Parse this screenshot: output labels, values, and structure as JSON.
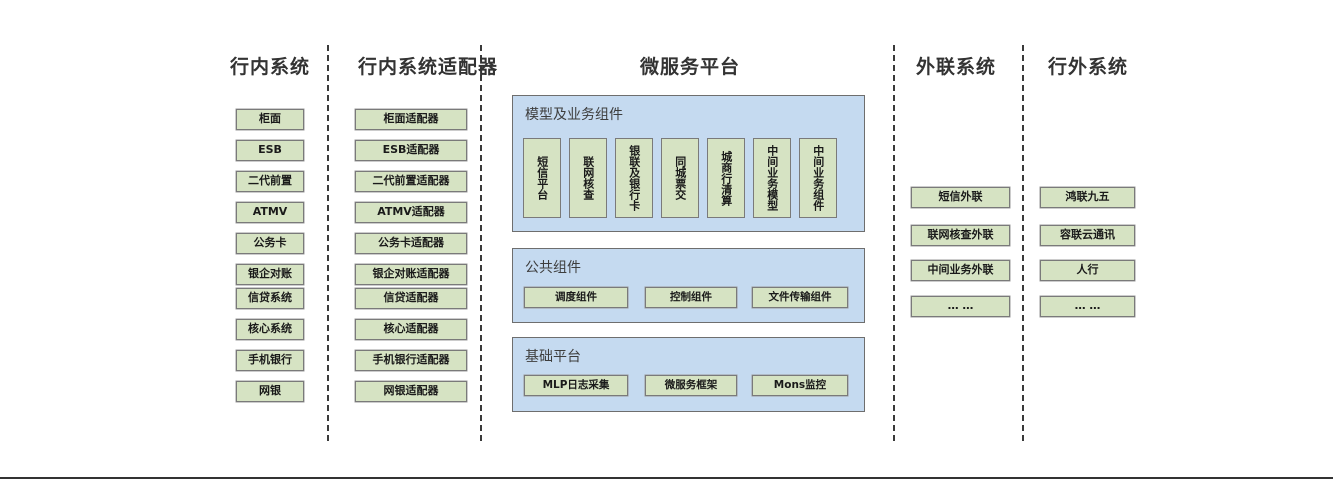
{
  "columns": [
    {
      "title": "行内系统"
    },
    {
      "title": "行内系统适配器"
    },
    {
      "title": "微服务平台"
    },
    {
      "title": "外联系统"
    },
    {
      "title": "行外系统"
    }
  ],
  "internal_systems": {
    "title": "行内系统",
    "items": [
      "柜面",
      "ESB",
      "二代前置",
      "ATMV",
      "公务卡",
      "银企对账",
      "信贷系统",
      "核心系统",
      "手机银行",
      "网银"
    ]
  },
  "internal_adapters": {
    "title": "行内系统适配器",
    "items": [
      "柜面适配器",
      "ESB适配器",
      "二代前置适配器",
      "ATMV适配器",
      "公务卡适配器",
      "银企对账适配器",
      "信贷适配器",
      "核心适配器",
      "手机银行适配器",
      "网银适配器"
    ]
  },
  "microservice_platform": {
    "title": "微服务平台",
    "panels": [
      {
        "title": "模型及业务组件",
        "orientation": "vertical",
        "items": [
          "短信平台",
          "联网核查",
          "银联及银行卡",
          "同城票交",
          "城商行清算",
          "中间业务模型",
          "中间业务组件"
        ]
      },
      {
        "title": "公共组件",
        "orientation": "horizontal",
        "items": [
          "调度组件",
          "控制组件",
          "文件传输组件"
        ]
      },
      {
        "title": "基础平台",
        "orientation": "horizontal",
        "items": [
          "MLP日志采集",
          "微服务框架",
          "Mons监控"
        ]
      }
    ]
  },
  "external_liaison": {
    "title": "外联系统",
    "items": [
      "短信外联",
      "联网核查外联",
      "中间业务外联",
      "… …"
    ]
  },
  "outside_systems": {
    "title": "行外系统",
    "items": [
      "鸿联九五",
      "容联云通讯",
      "人行",
      "… …"
    ]
  },
  "colors": {
    "node_fill": "#d6e3c3",
    "node_border": "#7a7a7a",
    "panel_fill": "#c5daf0",
    "panel_border": "#6e6e6e",
    "divider": "#3a3a3a",
    "title_text": "#333333"
  }
}
